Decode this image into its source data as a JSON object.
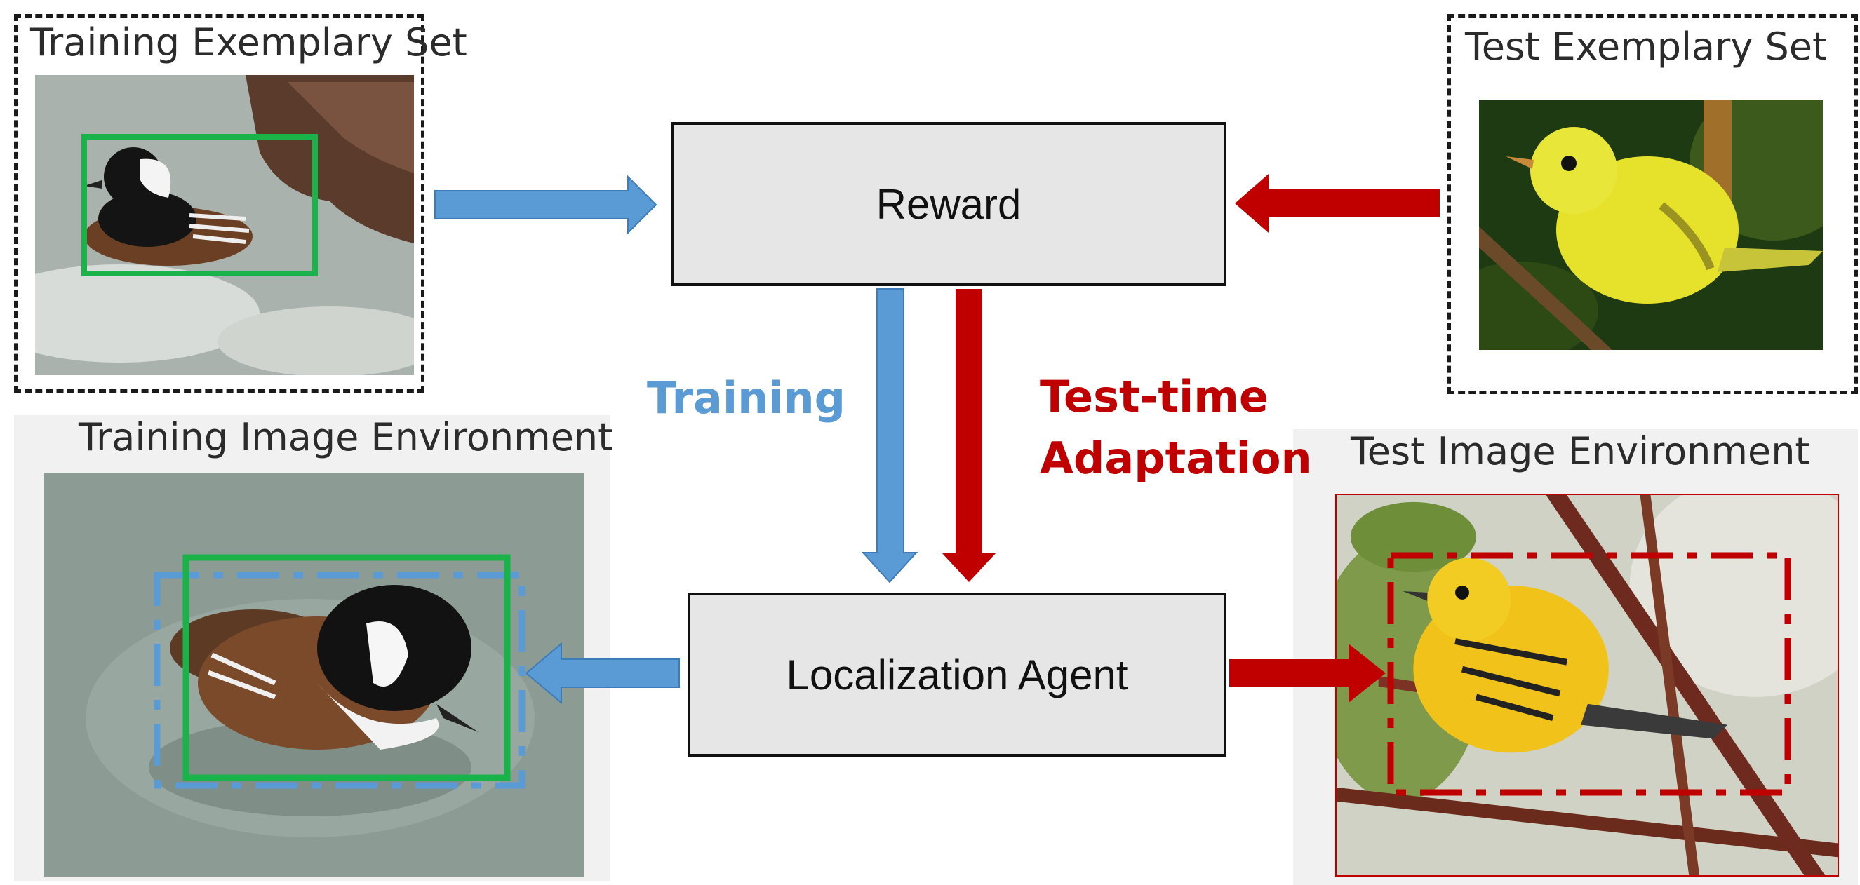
{
  "training_exemplary": {
    "title": "Training Exemplary Set"
  },
  "test_exemplary": {
    "title": "Test Exemplary Set"
  },
  "training_env": {
    "title": "Training Image Environment"
  },
  "test_env": {
    "title": "Test Image Environment"
  },
  "reward_box": {
    "label": "Reward"
  },
  "agent_box": {
    "label": "Localization Agent"
  },
  "labels": {
    "training": "Training",
    "test_time_line1": "Test-time",
    "test_time_line2": "Adaptation"
  },
  "colors": {
    "training_blue": "#5b9bd5",
    "test_red": "#c00000",
    "box_green": "#19b34a",
    "box_fill": "#e6e6e6"
  },
  "icons": {
    "training_exemplar_photo": "hooded-merganser-duck",
    "test_exemplar_photo": "yellow-warbler-bird",
    "training_env_photo": "hooded-merganser-duck-water",
    "test_env_photo": "prairie-warbler-on-branch"
  }
}
